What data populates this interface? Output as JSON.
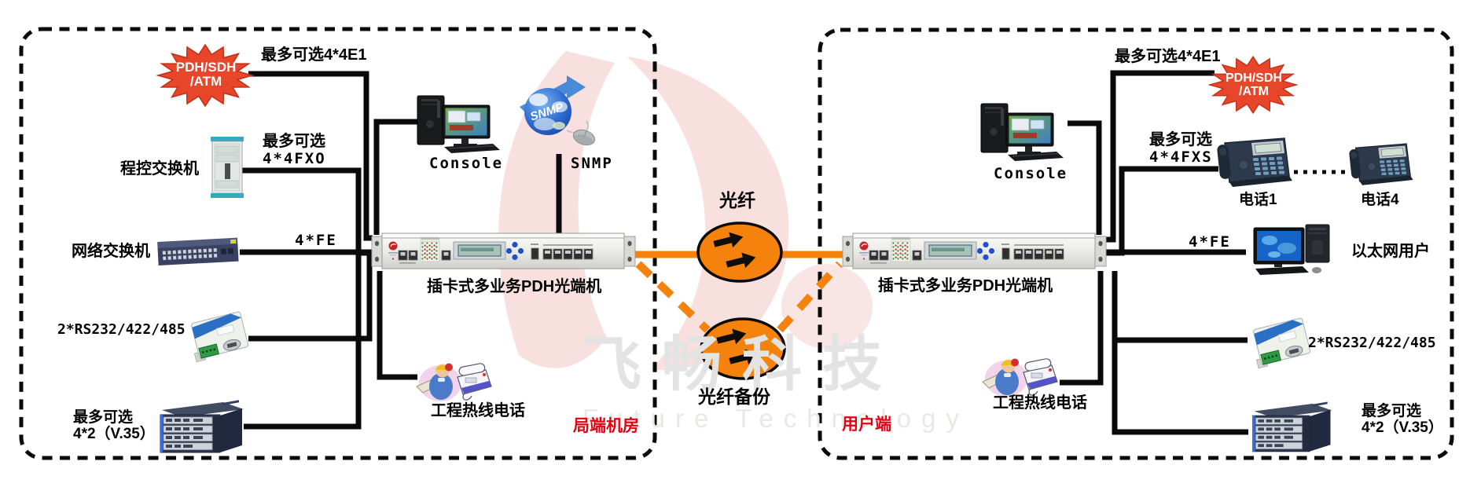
{
  "colors": {
    "fiber_orange": "#F5820D",
    "starburst_red": "#E8462B",
    "region_red": "#E60012",
    "line_black": "#0A0A0A",
    "watermark_pink": "#F7E0DE",
    "watermark_gray": "#E3E3E3"
  },
  "watermark": {
    "text_cn": "飞畅科技",
    "text_en": "Future Technology"
  },
  "center_link": {
    "fiber_label": "光纤",
    "fiber_backup_label": "光纤备份"
  },
  "left_site": {
    "region_label": "局端机房",
    "starburst": {
      "line1": "PDH/SDH",
      "line2": "/ATM"
    },
    "e1_label": "最多可选4*4E1",
    "pbx_label": "程控交换机",
    "fxo_label": {
      "line1": "最多可选",
      "line2": "4*4FXO"
    },
    "lan_switch_label": "网络交换机",
    "fe_label": "4*FE",
    "serial_label": "2*RS232/422/485",
    "v35_label": {
      "line1": "最多可选",
      "line2": "4*2（V.35）"
    },
    "console_label": "Console",
    "snmp_label": "SNMP",
    "snmp_globe_text": "SNMP",
    "device_label": "插卡式多业务PDH光端机",
    "hotline_label": "工程热线电话"
  },
  "right_site": {
    "region_label": "用户端",
    "starburst": {
      "line1": "PDH/SDH",
      "line2": "/ATM"
    },
    "e1_label": "最多可选4*4E1",
    "console_label": "Console",
    "fxs_label": {
      "line1": "最多可选",
      "line2": "4*4FXS"
    },
    "phone1_label": "电话1",
    "phone4_label": "电话4",
    "fe_label": "4*FE",
    "ethernet_label": "以太网用户",
    "serial_label": "2*RS232/422/485",
    "v35_label": {
      "line1": "最多可选",
      "line2": "4*2（V.35）"
    },
    "device_label": "插卡式多业务PDH光端机",
    "hotline_label": "工程热线电话"
  }
}
